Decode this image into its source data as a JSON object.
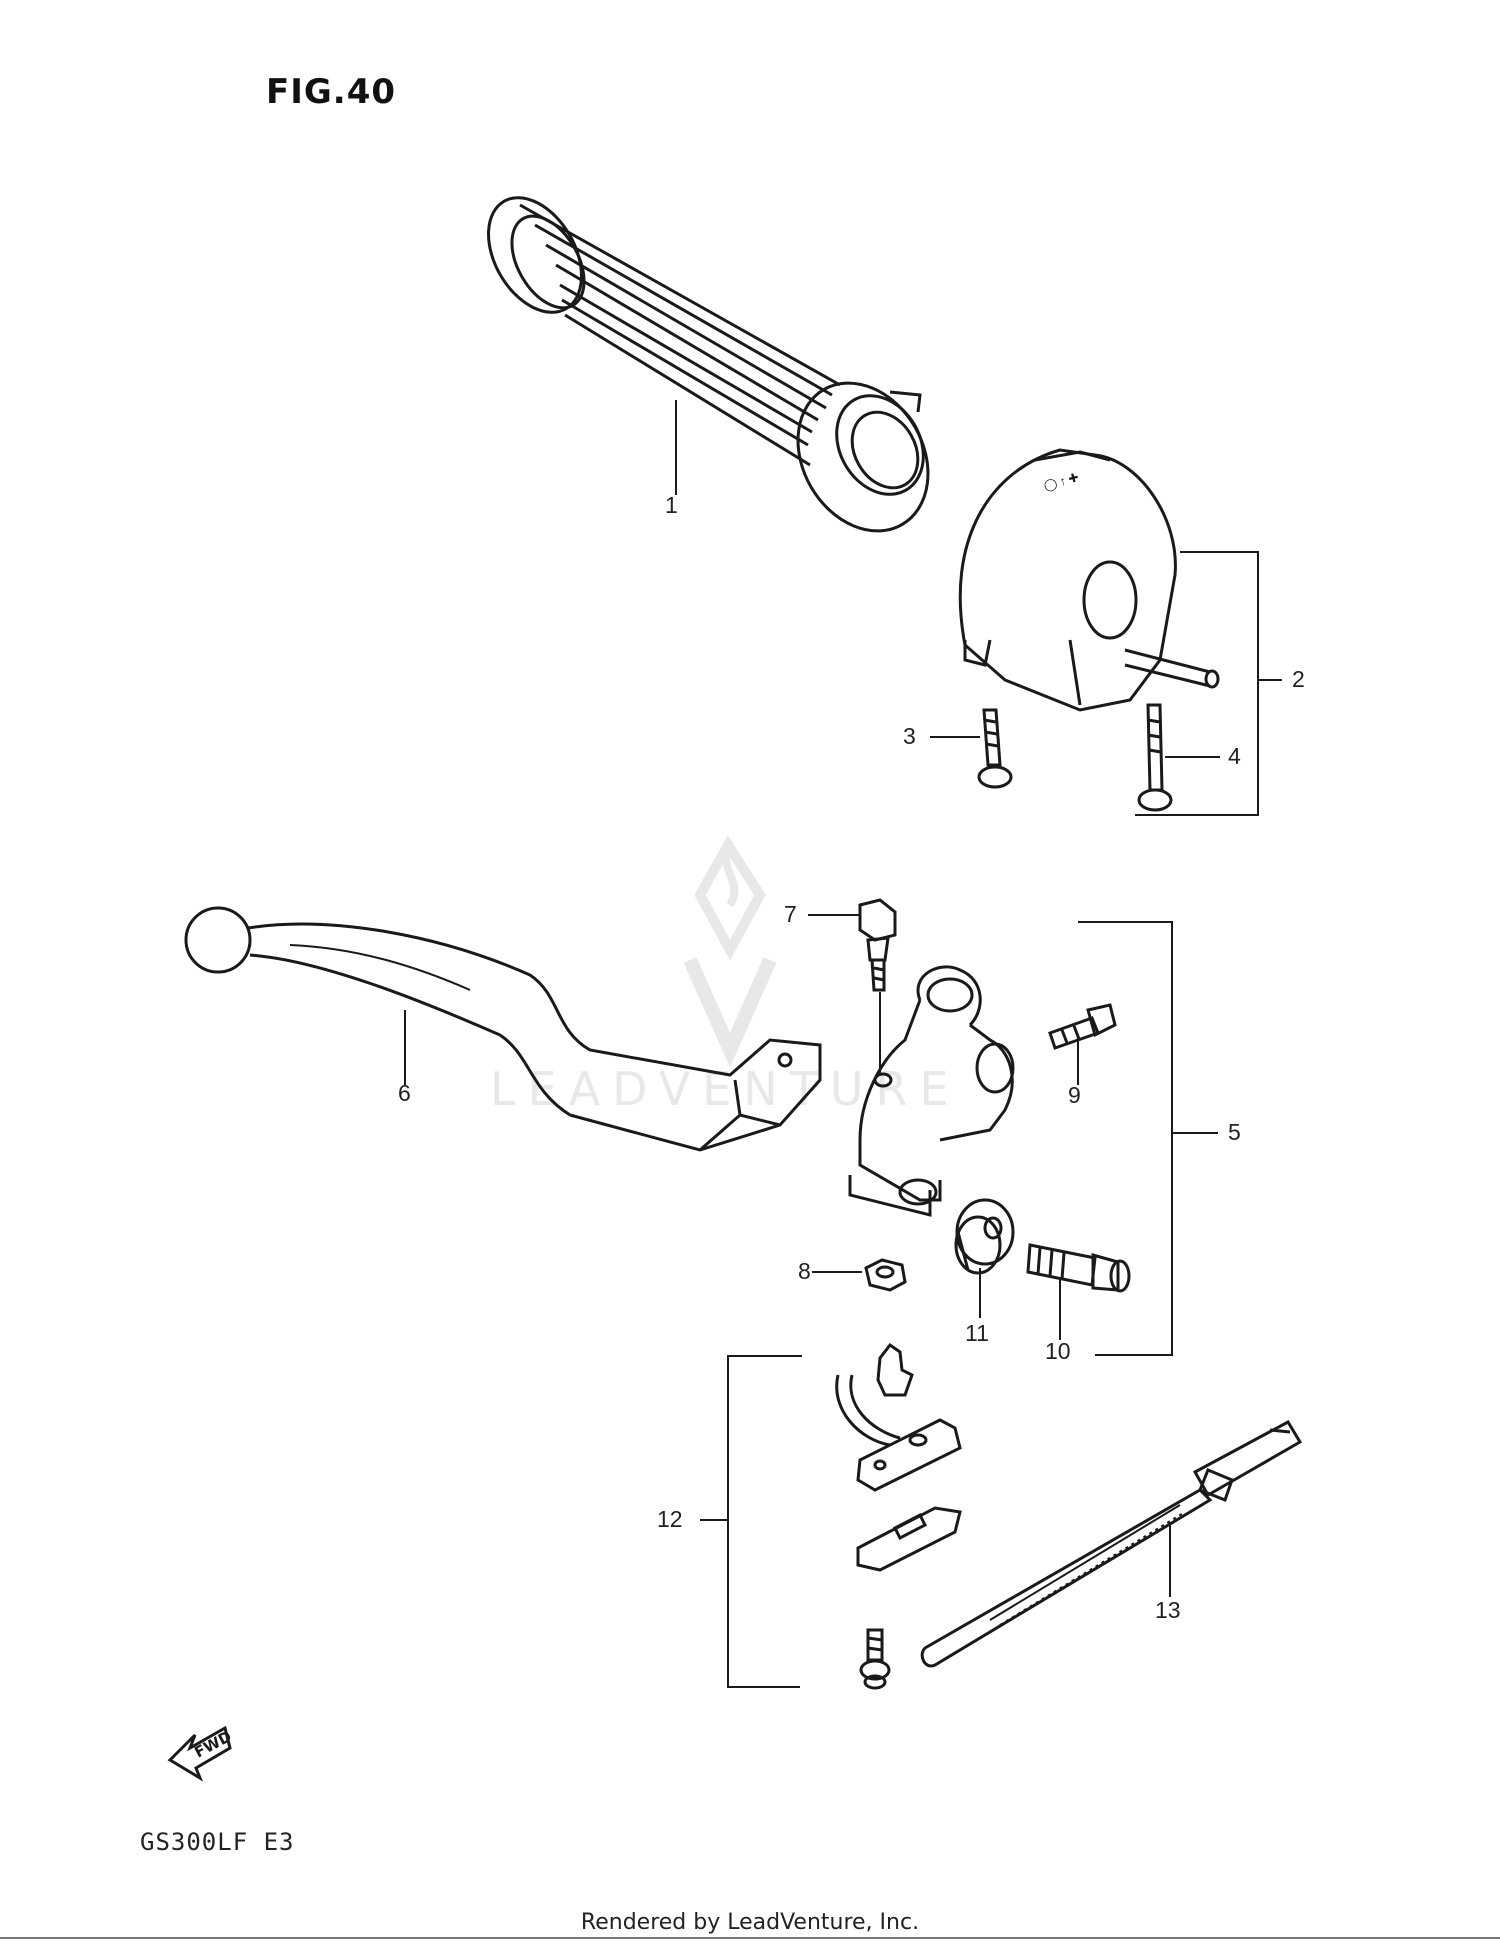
{
  "figure_title": "FIG.40",
  "model_code": "GS300LF  E3",
  "footer_text": "Rendered by LeadVenture, Inc.",
  "watermark_text": "LEADVENTURE",
  "fwd_label": "FWD",
  "callouts": [
    {
      "id": "c1",
      "label": "1"
    },
    {
      "id": "c2",
      "label": "2"
    },
    {
      "id": "c3",
      "label": "3"
    },
    {
      "id": "c4",
      "label": "4"
    },
    {
      "id": "c5",
      "label": "5"
    },
    {
      "id": "c6",
      "label": "6"
    },
    {
      "id": "c7",
      "label": "7"
    },
    {
      "id": "c8",
      "label": "8"
    },
    {
      "id": "c9",
      "label": "9"
    },
    {
      "id": "c10",
      "label": "10"
    },
    {
      "id": "c11",
      "label": "11"
    },
    {
      "id": "c12",
      "label": "12"
    },
    {
      "id": "c13",
      "label": "13"
    }
  ],
  "colors": {
    "line": "#1a1a1a",
    "background": "#ffffff",
    "watermark": "#e9e9e9"
  }
}
